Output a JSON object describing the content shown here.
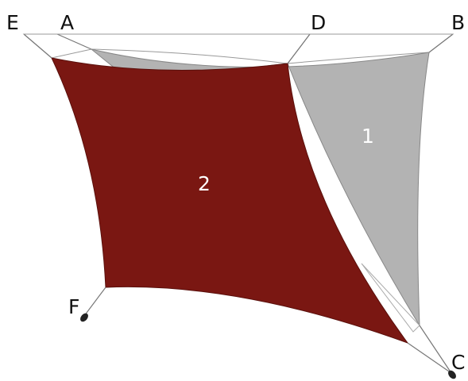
{
  "points": {
    "a": "A",
    "b": "B",
    "c": "C",
    "d": "D",
    "e": "E",
    "f": "F"
  },
  "areas": {
    "first": "1",
    "second": "2"
  },
  "colors": {
    "grey_sail": "#b3b3b3",
    "red_sail": "#7a1712",
    "outline": "#777777",
    "support_pole": "#222222"
  }
}
